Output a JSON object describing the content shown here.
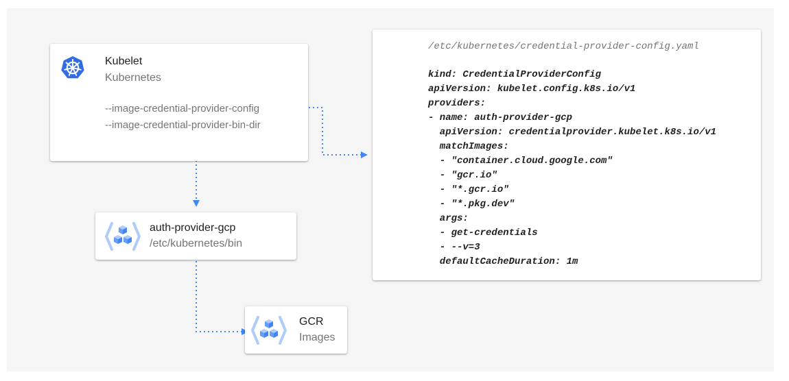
{
  "kubelet": {
    "title": "Kubelet",
    "subtitle": "Kubernetes",
    "flags": [
      "--image-credential-provider-config",
      "--image-credential-provider-bin-dir"
    ],
    "icon": "kubernetes-helm-icon"
  },
  "auth_provider": {
    "title": "auth-provider-gcp",
    "subtitle": "/etc/kubernetes/bin",
    "icon": "hexagon-cubes-icon"
  },
  "gcr": {
    "title": "GCR",
    "subtitle": "Images",
    "icon": "hexagon-cubes-icon"
  },
  "config": {
    "path": "/etc/kubernetes/credential-provider-config.yaml",
    "lines": [
      "kind: CredentialProviderConfig",
      "apiVersion: kubelet.config.k8s.io/v1",
      "providers:",
      "- name: auth-provider-gcp",
      "  apiVersion: credentialprovider.kubelet.k8s.io/v1",
      "  matchImages:",
      "  - \"container.cloud.google.com\"",
      "  - \"gcr.io\"",
      "  - \"*.gcr.io\"",
      "  - \"*.pkg.dev\"",
      "  args:",
      "  - get-credentials",
      "  - --v=3",
      "  defaultCacheDuration: 1m"
    ]
  },
  "colors": {
    "connector": "#4285f4",
    "kubernetes_blue": "#326ce5",
    "gcp_blue_light": "#aecbfa",
    "gcp_blue": "#669df6",
    "gcp_blue_dark": "#4285f4"
  }
}
